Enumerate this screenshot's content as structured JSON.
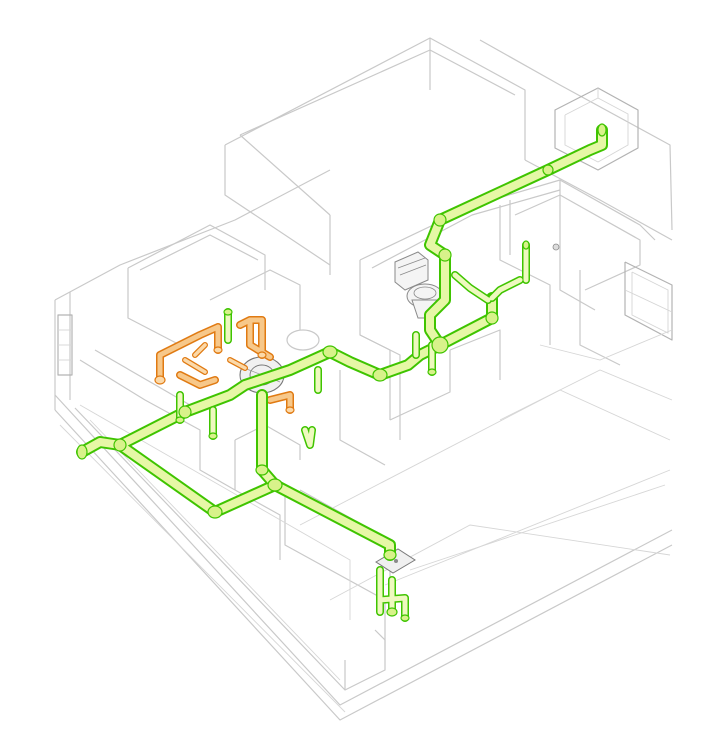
{
  "scene": {
    "view": "isometric-plumbing-model",
    "colors": {
      "background": "#ffffff",
      "walls": "#c9c9c9",
      "drain_pipe_fill": "#e6f7a6",
      "drain_pipe_edge": "#3fc400",
      "supply_pipe_fill": "#f7c88a",
      "supply_pipe_edge": "#e07a12",
      "fixture_edge": "#8a8a8a"
    },
    "pipe_systems": [
      {
        "name": "sanitary-drain",
        "color_key": "drain"
      },
      {
        "name": "vent",
        "color_key": "drain"
      },
      {
        "name": "domestic-water",
        "color_key": "supply"
      }
    ],
    "fixtures": [
      "toilet",
      "floor-drain",
      "shower-drain",
      "vent-shaft"
    ]
  }
}
